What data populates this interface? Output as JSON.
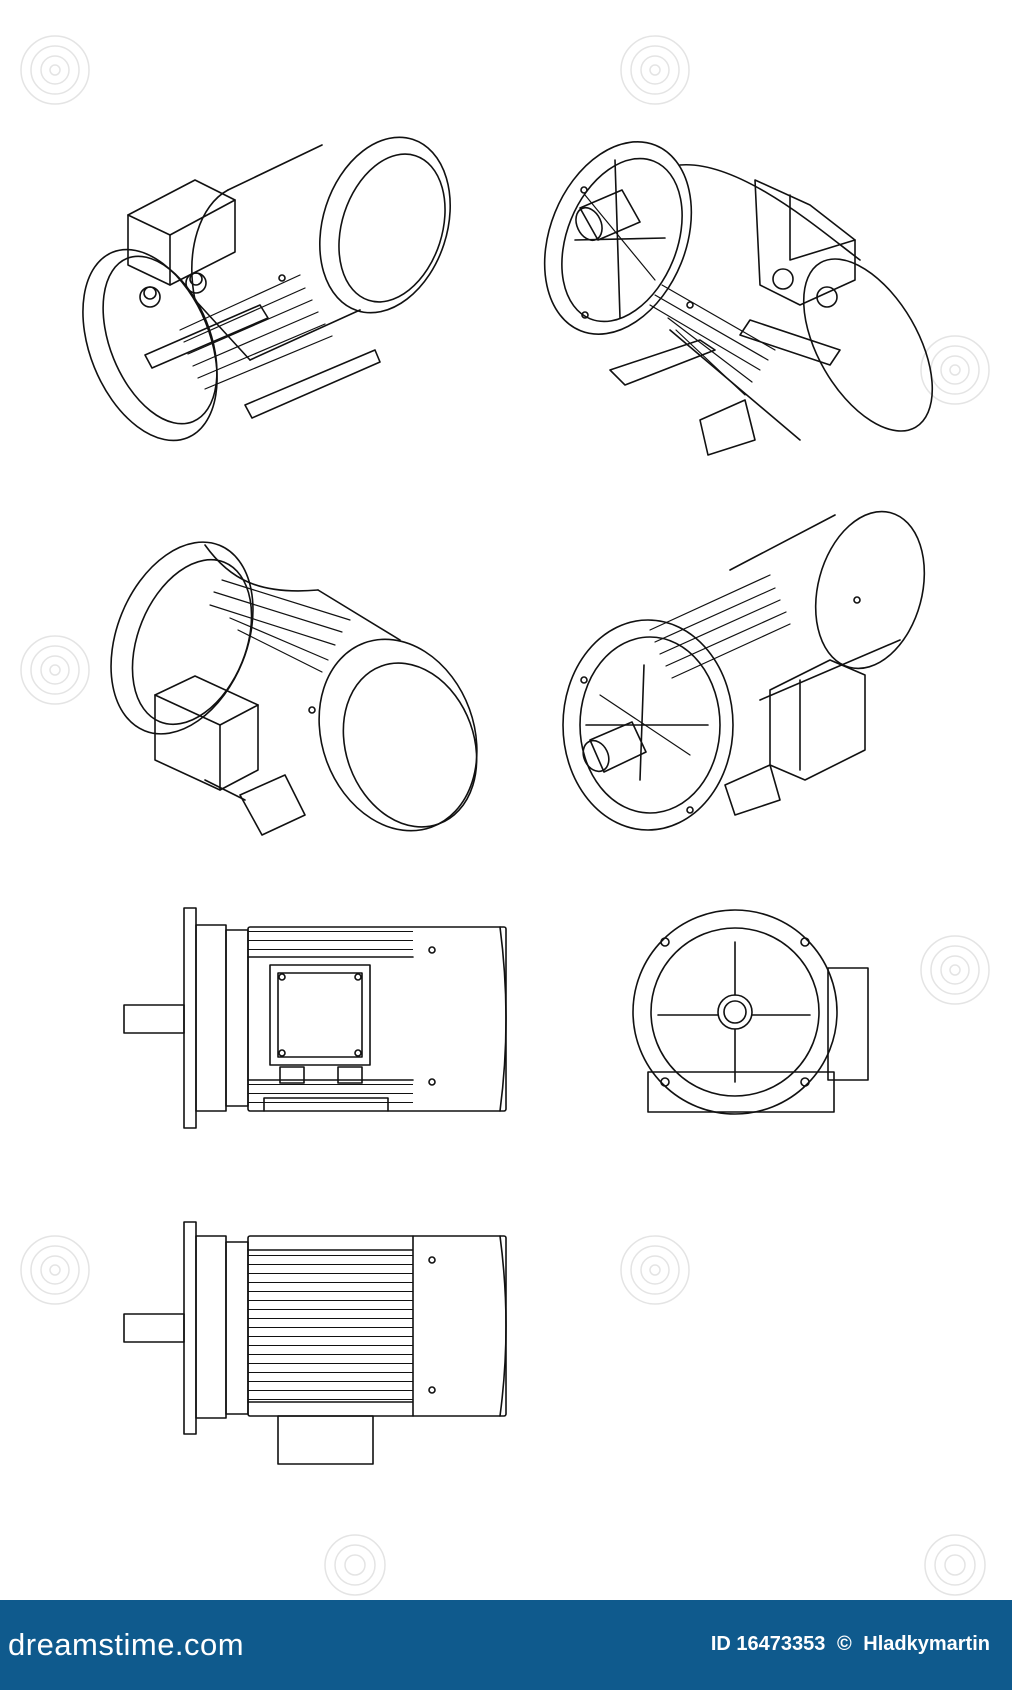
{
  "footer": {
    "logo": "dreamstime.com",
    "id_label": "ID 16473353",
    "copyright": "©",
    "author": "Hladkymartin",
    "background_color": "#0f5a8d",
    "text_color": "#ffffff"
  },
  "drawing": {
    "stroke_color": "#111111",
    "background_color": "#ffffff",
    "watermark_color": "#e6e6e6"
  }
}
